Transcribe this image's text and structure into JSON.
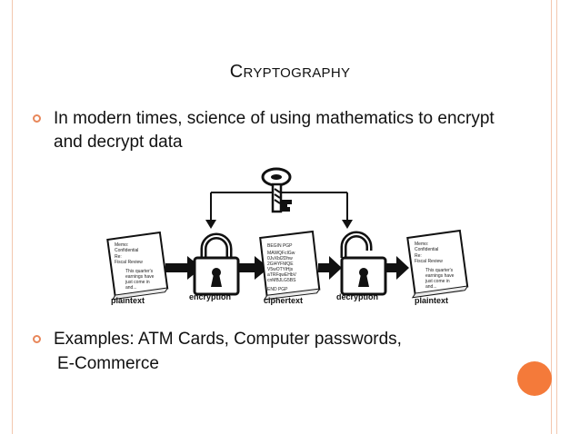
{
  "slide": {
    "title_first": "C",
    "title_rest": "RYPTOGRAPHY",
    "bullets": [
      {
        "text": "In modern times, science of using mathematics to encrypt and decrypt data"
      },
      {
        "line1": "Examples: ATM Cards, Computer passwords,",
        "line2": "E-Commerce"
      }
    ]
  },
  "diagram": {
    "labels": {
      "plaintext_left": "plaintext",
      "encryption": "encryption",
      "ciphertext": "ciphertext",
      "decryption": "decryption",
      "plaintext_right": "plaintext"
    },
    "doc_left_lines": [
      "Memo:",
      "Confidential",
      "Re:",
      "Fiscal Review",
      "This quarter's",
      "earnings have",
      "just come in",
      "and..."
    ],
    "doc_cipher_lines": [
      "BEGIN PGP",
      "MAWQFcIGw",
      "0JvXbl2Dhw",
      "2GI4YFMQE",
      "V5wOTYiHjs",
      "aTRFqwEHbV",
      "cnMBJLG5BS",
      "END PGP"
    ],
    "doc_right_lines": [
      "Memo:",
      "Confidential",
      "Re:",
      "Fiscal Review",
      "This quarter's",
      "earnings have",
      "just come in",
      "and..."
    ]
  },
  "colors": {
    "accent": "#e8875a",
    "frame": "#f3c7ae",
    "orange_dot": "#f47a3a"
  },
  "icons": [
    "bullet-circle-icon",
    "key-icon",
    "closed-lock-icon",
    "open-lock-icon",
    "arrow-icon"
  ]
}
